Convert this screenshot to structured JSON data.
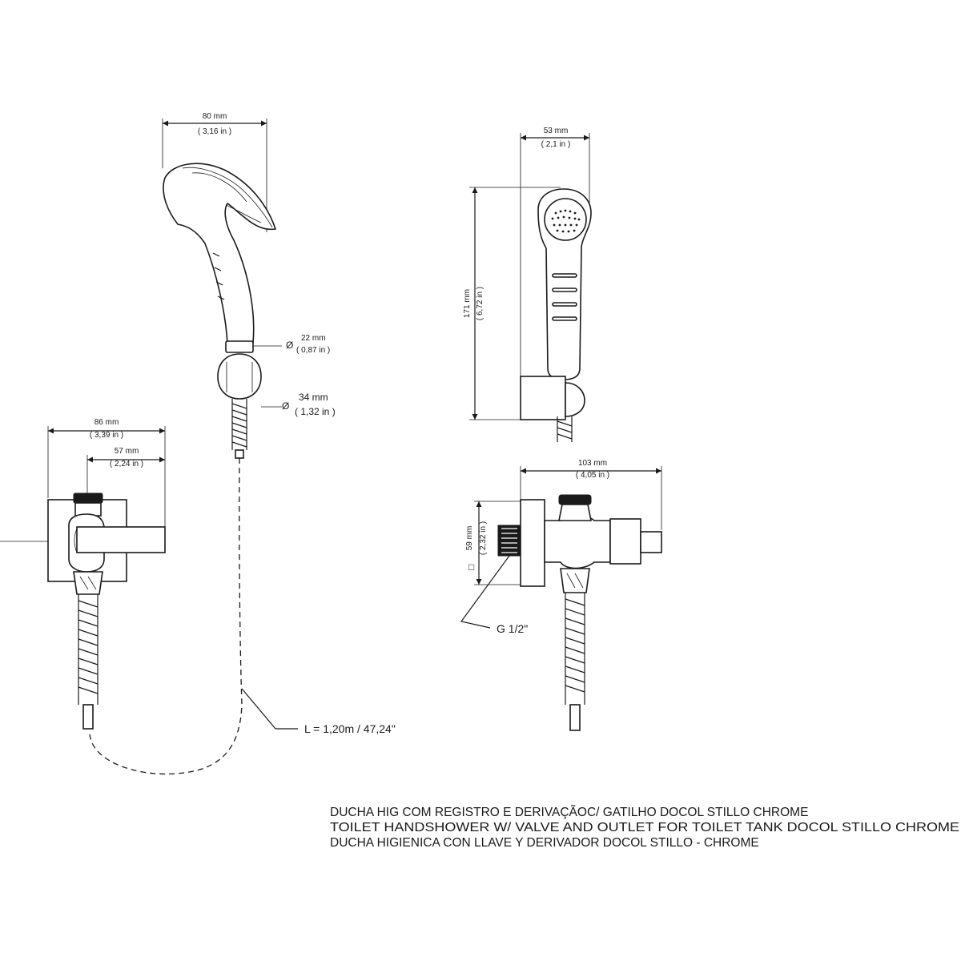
{
  "dimensions": {
    "head_width": {
      "mm": "80 mm",
      "in": "( 3,16 in )"
    },
    "head_side_width": {
      "mm": "53 mm",
      "in": "( 2,1 in )"
    },
    "head_height": {
      "mm": "171 mm",
      "in": "( 6,72 in )"
    },
    "neck_diameter": {
      "symbol": "Ø",
      "mm": "22 mm",
      "in": "( 0,87 in )"
    },
    "holder_diameter": {
      "symbol": "Ø",
      "mm": "34 mm",
      "in": "( 1,32 in )"
    },
    "valve_width": {
      "mm": "86 mm",
      "in": "( 3,39 in )"
    },
    "handle_width": {
      "mm": "57 mm",
      "in": "( 2,24 in )"
    },
    "valve_side_width": {
      "mm": "103 mm",
      "in": "( 4,05 in )"
    },
    "valve_height": {
      "mm": "59 mm",
      "in": "( 2,32 in )"
    },
    "square_mark": "□"
  },
  "callouts": {
    "thread": "G 1/2\"",
    "hose_length": "L = 1,20m / 47,24\""
  },
  "titles": {
    "pt": "DUCHA HIG COM REGISTRO E DERIVAÇÃOC/ GATILHO DOCOL STILLO CHROME",
    "en": "TOILET HANDSHOWER W/ VALVE AND OUTLET FOR TOILET TANK DOCOL STILLO CHROME",
    "es": "DUCHA HIGIENICA CON LLAVE Y DERIVADOR DOCOL STILLO - CHROME"
  }
}
